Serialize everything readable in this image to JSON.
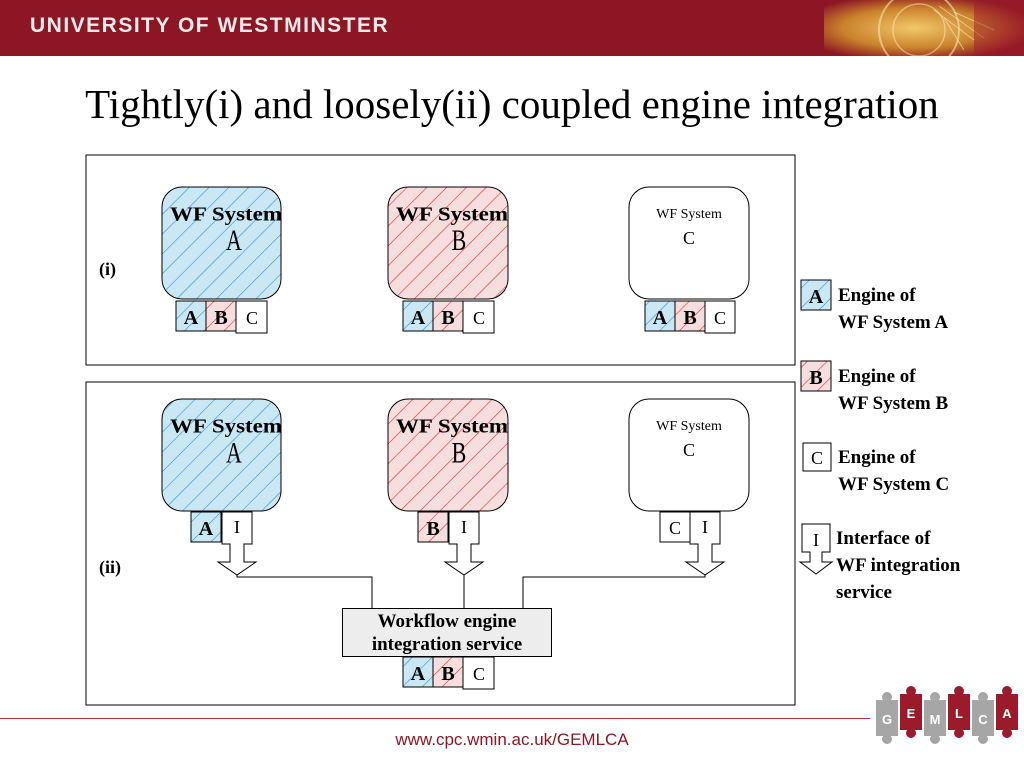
{
  "header": {
    "university": "UNIVERSITY OF WESTMINSTER"
  },
  "title": "Tightly(i) and loosely(ii) coupled engine integration",
  "colors": {
    "brand": "#8c1624",
    "system_a_hatch": "#3a8fd1",
    "system_a_fill": "#c9e8f3",
    "system_b_hatch": "#d63030",
    "system_b_fill": "#f6dede"
  },
  "section_i": {
    "label": "(i)"
  },
  "section_ii": {
    "label": "(ii)"
  },
  "systems": {
    "a": {
      "line1": "WF System",
      "line2": "A"
    },
    "b": {
      "line1": "WF System",
      "line2": "B"
    },
    "c": {
      "line1": "WF System",
      "line2": "C"
    }
  },
  "engines": {
    "a": "A",
    "b": "B",
    "c": "C",
    "interface": "I"
  },
  "service": {
    "label": "Workflow engine integration service"
  },
  "legend": {
    "engine_a": "Engine of\nWF System A",
    "engine_b": "Engine of\nWF System B",
    "engine_c": "Engine of\nWF System C",
    "interface": "Interface of\nWF integration\nservice"
  },
  "footer": {
    "url": "www.cpc.wmin.ac.uk/GEMLCA"
  },
  "logo": {
    "letters": [
      "G",
      "E",
      "M",
      "L",
      "C",
      "A"
    ],
    "colors": [
      "#a6a6a6",
      "#9b1b2a"
    ]
  }
}
